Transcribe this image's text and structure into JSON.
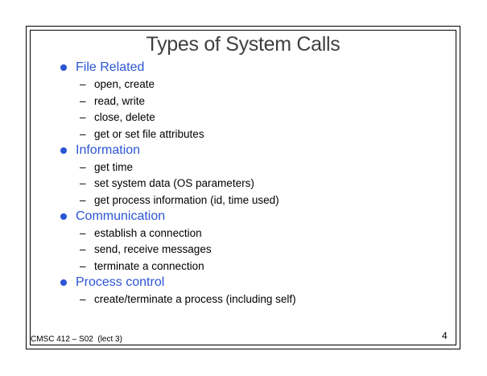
{
  "slide": {
    "title": "Types of System Calls"
  },
  "content": {
    "bullet_dash": "–",
    "groups": [
      {
        "heading": "File Related",
        "items": [
          "open, create",
          "read, write",
          "close, delete",
          "get or set file attributes"
        ]
      },
      {
        "heading": "Information",
        "items": [
          "get time",
          "set system data (OS parameters)",
          "get process information (id, time used)"
        ]
      },
      {
        "heading": "Communication",
        "items": [
          "establish a connection",
          "send, receive messages",
          "terminate a connection"
        ]
      },
      {
        "heading": "Process control",
        "items": [
          "create/terminate a process (including self)"
        ]
      }
    ]
  },
  "footer": {
    "left": "CMSC 412 – S02  (lect 3)",
    "page_number": "4"
  },
  "colors": {
    "accent-blue": "#2b55d5",
    "title-gray": "#3f3f3f",
    "text-black": "#000000",
    "border-black": "#000000"
  }
}
